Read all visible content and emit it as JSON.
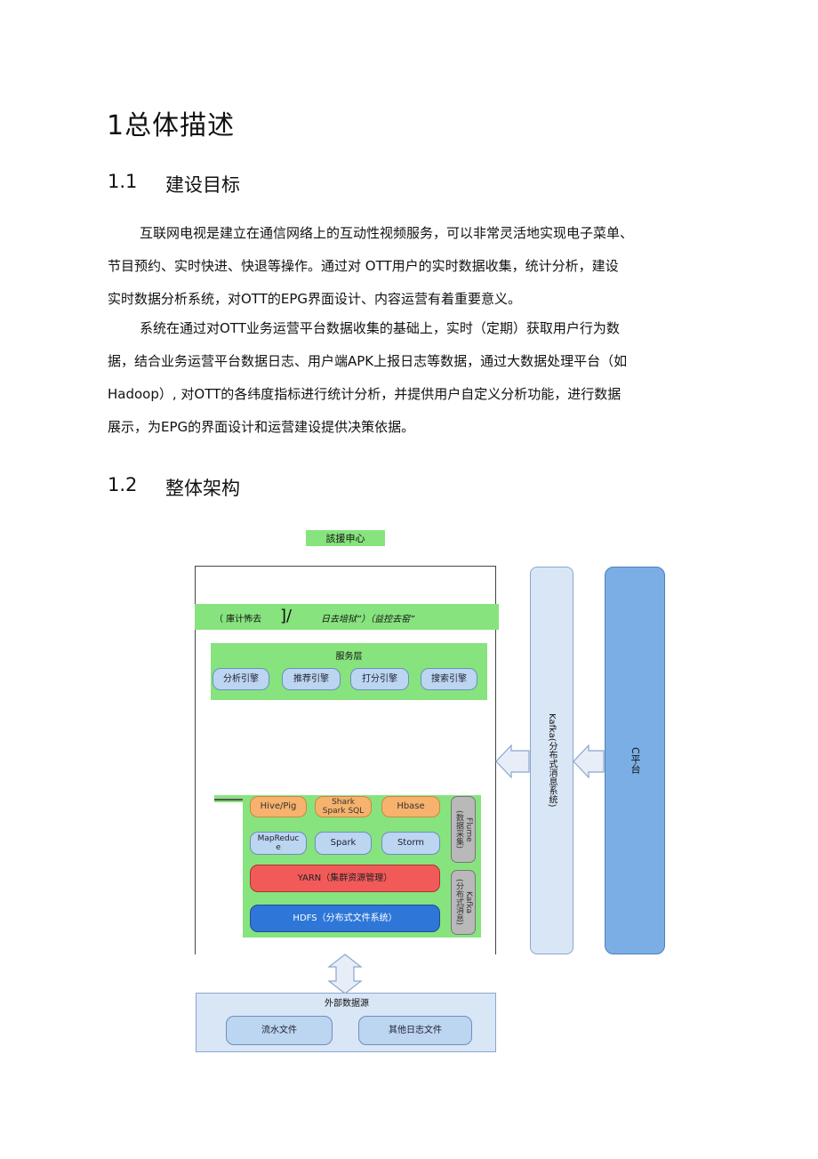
{
  "heading1": "1总体描述",
  "section1": {
    "number": "1.1",
    "title": "建设目标"
  },
  "paragraph1": [
    "互联网电视是建立在通信网络上的互动性视频服务，可以非常灵活地实现电子菜单、",
    "节目预约、实时快进、快退等操作。通过对  OTT用户的实时数据收集，统计分析，建设",
    "实时数据分析系统，对OTT的EPG界面设计、内容运营有着重要意义。"
  ],
  "paragraph2": [
    "系统在通过对OTT业务运营平台数据收集的基础上，实时（定期）获取用户行为数",
    "据，结合业务运营平台数据日志、用户端APK上报日志等数据，通过大数据处理平台（如",
    "Hadoop）, 对OTT的各纬度指标进行统计分析，并提供用户自定义分析功能，进行数据",
    "展示，为EPG的界面设计和运营建设提供决策依据。"
  ],
  "section2": {
    "number": "1.2",
    "title": "整体架构"
  },
  "diagram": {
    "top_label": "該援申心",
    "top_band": {
      "left": "（    庫计怖去",
      "slash_text": "]/",
      "right": "日去培狱”）（益控去窑”"
    },
    "service_layer": {
      "title": "服务层",
      "items": [
        "分析引擎",
        "推荐引擎",
        "打分引擎",
        "搜索引擎"
      ]
    },
    "hadoop": {
      "row1": [
        "Hive/Pig",
        "Shark\nSpark SQL",
        "Hbase"
      ],
      "row2": [
        "MapReduc\ne",
        "Spark",
        "Storm"
      ],
      "yarn": "YARN（集群资源管理）",
      "hdfs": "HDFS（分布式文件系统）",
      "flume": "Flume\n(数据采集)",
      "kafka_small": "Kafka\n(分布式消息)"
    },
    "kafka_column": "Kafka(分布式消息系统)",
    "c_platform": "C平台",
    "external": {
      "title": "外部数据源",
      "items": [
        "流水文件",
        "其他日志文件"
      ]
    },
    "colors": {
      "green": "#87e37e",
      "light_blue": "#d9e6f6",
      "blue_col": "#7aaee5",
      "red": "#f25a5a",
      "hdfs_blue": "#2e77d8",
      "orange": "#f7b26d"
    }
  }
}
